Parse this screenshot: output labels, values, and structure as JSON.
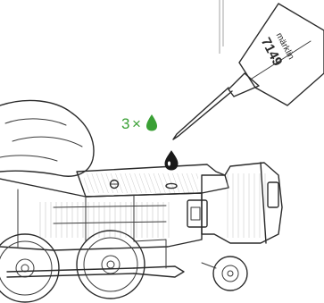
{
  "instruction": {
    "quantity": "3",
    "multiply_symbol": "×",
    "drop_icon": "oil-drop-icon",
    "accent_color": "#3aa035"
  },
  "oil_bottle": {
    "brand": "märklin",
    "part_number": "7149"
  }
}
